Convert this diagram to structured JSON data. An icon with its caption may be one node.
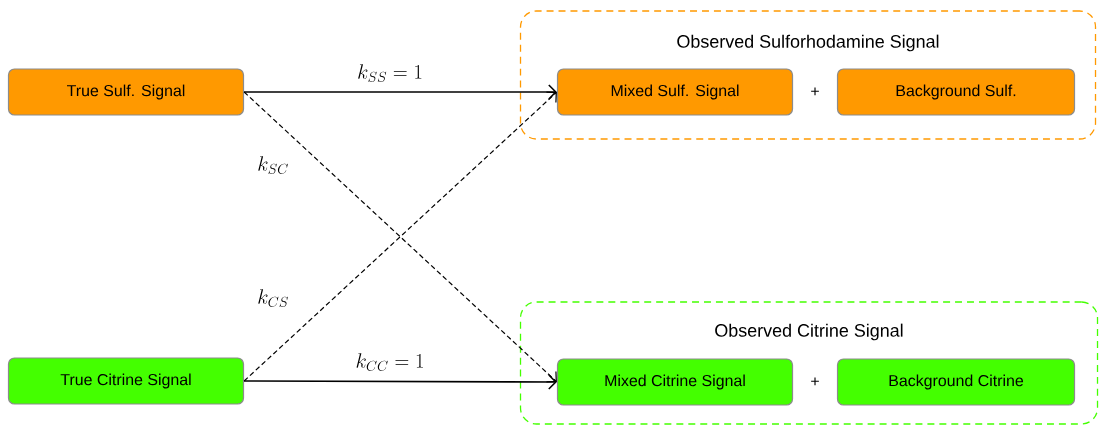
{
  "diagram": {
    "nodes": [
      {
        "text": [
          "True Sulf. Signal"
        ]
      },
      {
        "text": [
          "Observed Sulforhodamine Signal"
        ]
      },
      {
        "text": [
          "Mixed Sulf. Signal"
        ],
        "in": 1
      },
      {
        "text": [
          "Background Sulf."
        ],
        "in": 1
      },
      {
        "text": [
          "True Citrine Signal"
        ]
      },
      {
        "text": [
          "Observed Citrine Signal"
        ]
      },
      {
        "text": [
          "Mixed Citrine Signal"
        ],
        "in": 5
      },
      {
        "text": [
          "Background Citrine"
        ],
        "in": 5
      }
    ],
    "edges": [
      {
        "from": 0,
        "to": 2,
        "arrow": "to",
        "label": "k_{SS} = 1"
      },
      {
        "from": 0,
        "to": 6,
        "arrow": "to",
        "label": "k_{SC}",
        "style": "dashed"
      },
      {
        "from": 4,
        "to": 2,
        "arrow": "to",
        "label": "k_{CS}",
        "style": "dashed"
      },
      {
        "from": 4,
        "to": 6,
        "arrow": "to",
        "label": "k_{CC} = 1"
      }
    ],
    "labels": [
      "+",
      "+"
    ]
  }
}
